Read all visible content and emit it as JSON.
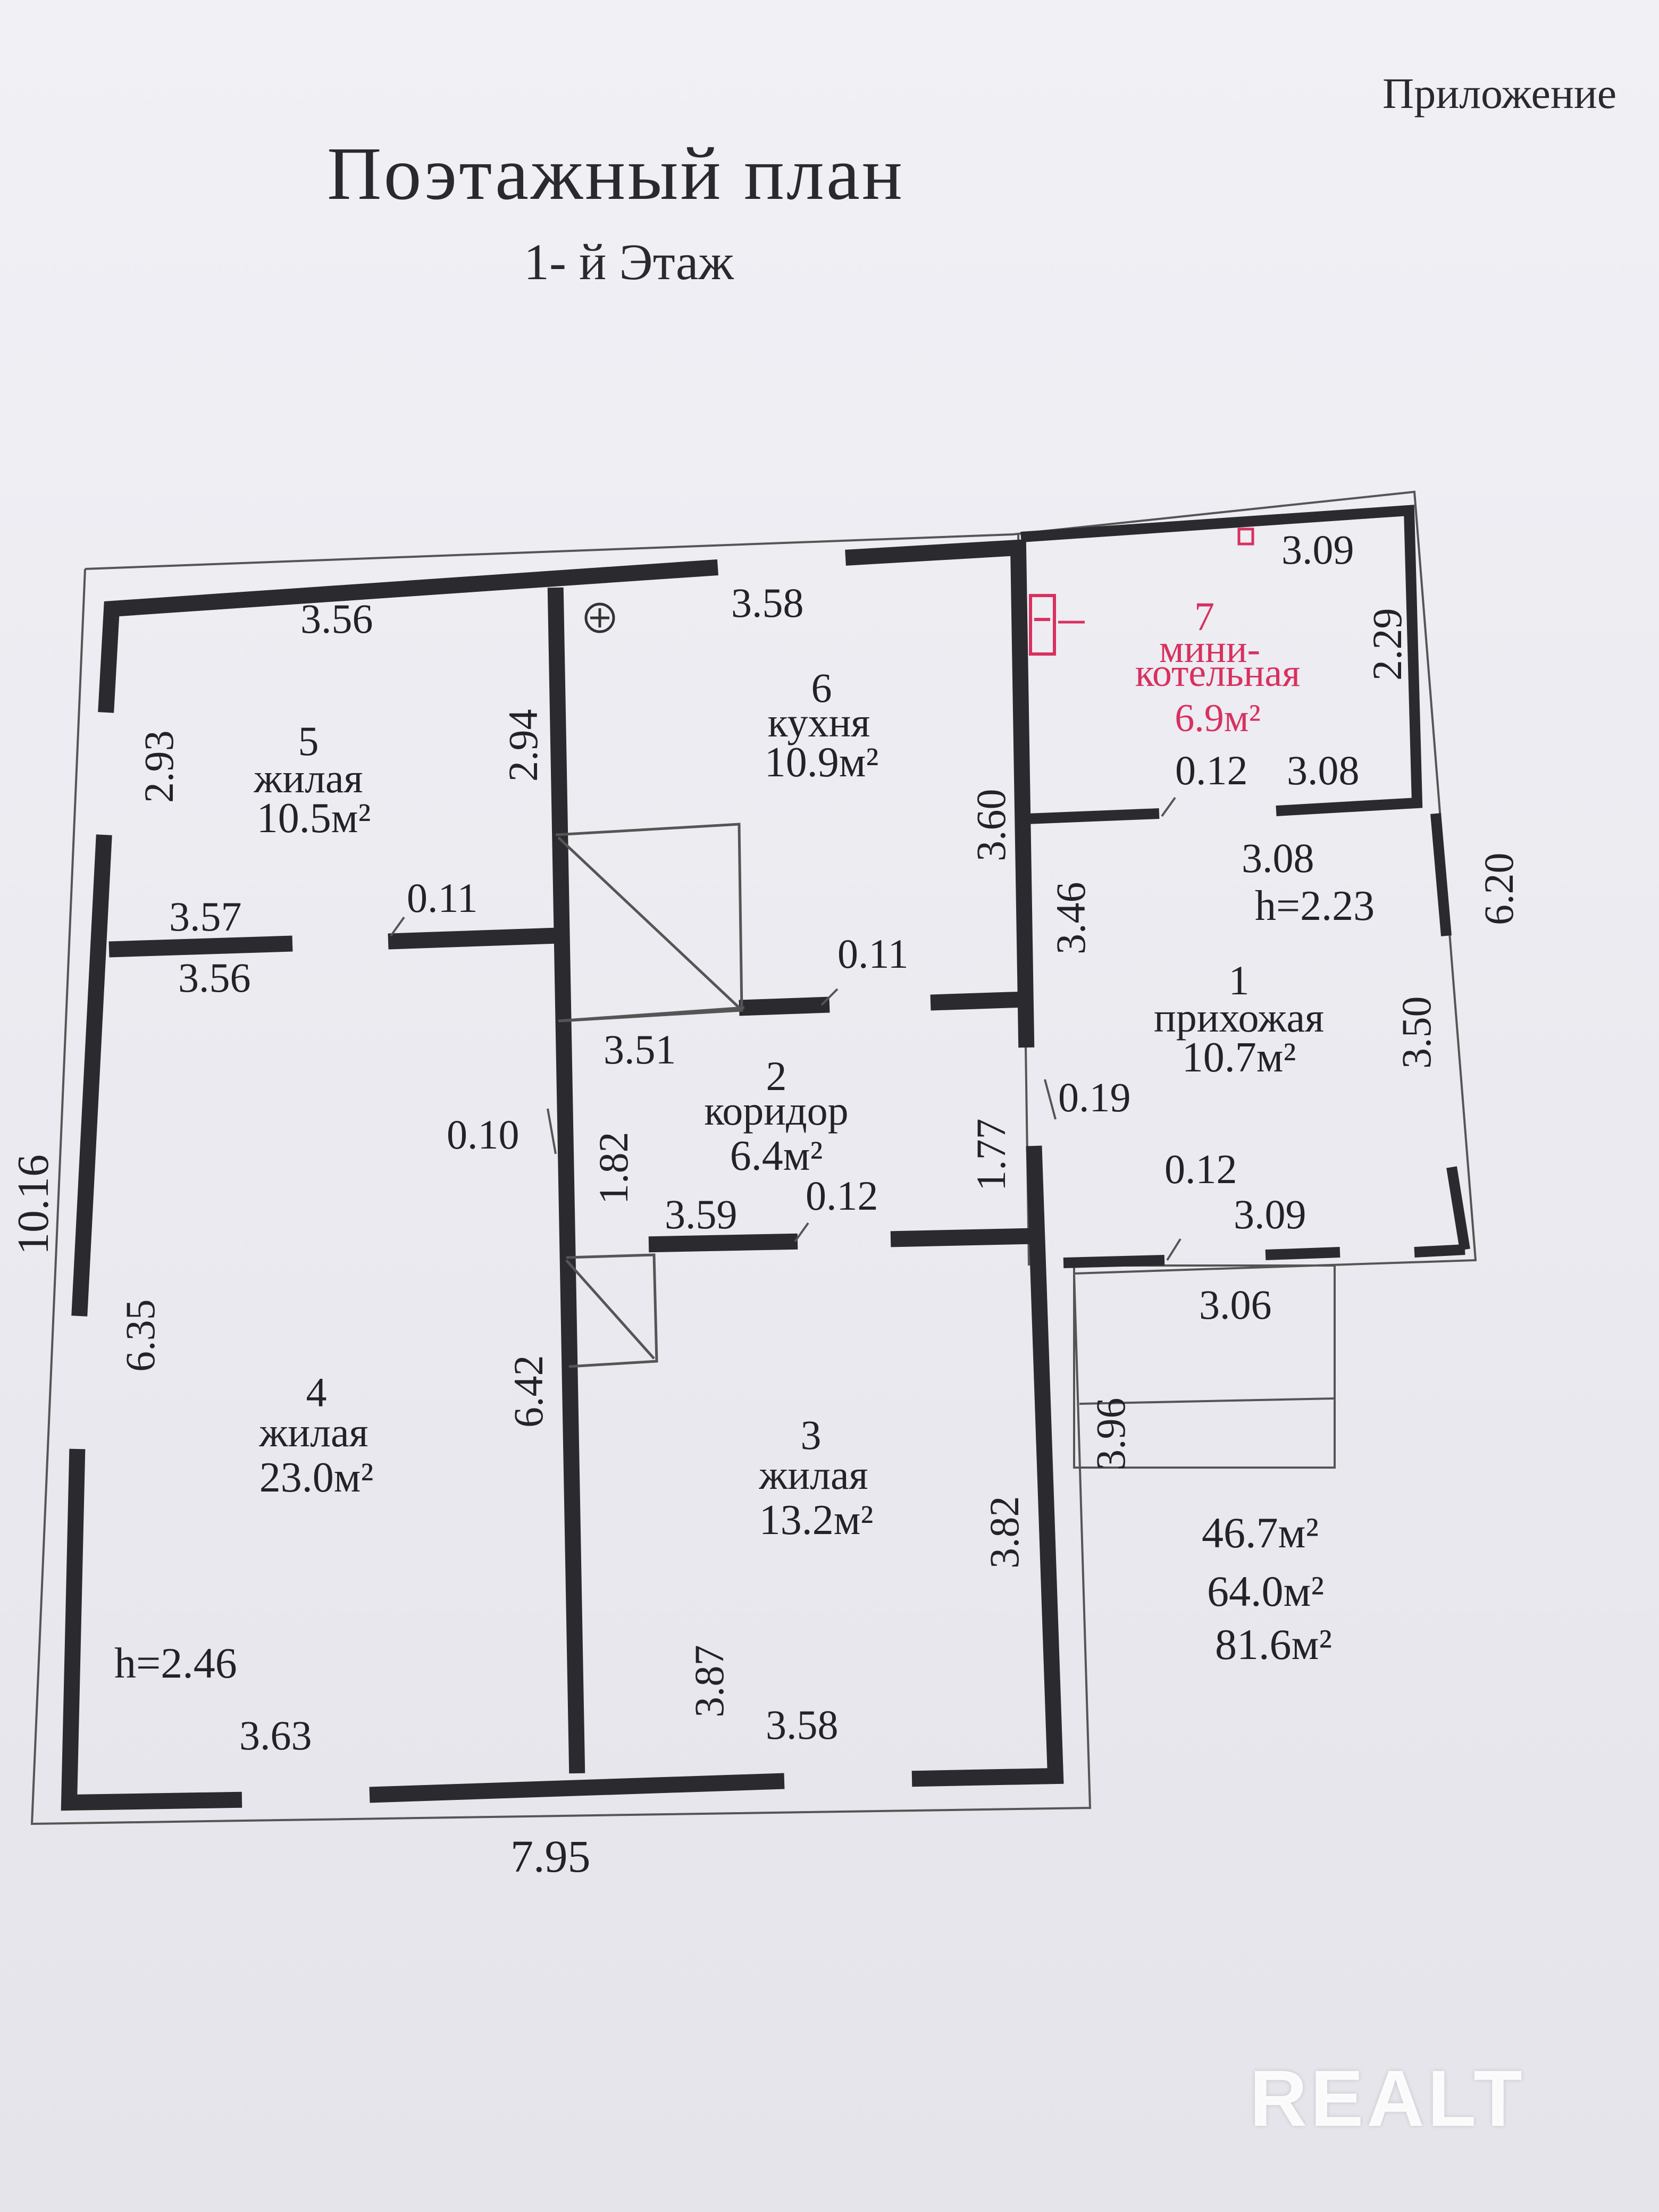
{
  "header": {
    "title": "Поэтажный  план",
    "subtitle": "1- й Этаж",
    "attachment": "Приложение"
  },
  "rooms": [
    {
      "num": "1",
      "name": "прихожая",
      "area": "10.7м²"
    },
    {
      "num": "2",
      "name": "коридор",
      "area": "6.4м²"
    },
    {
      "num": "3",
      "name": "жилая",
      "area": "13.2м²"
    },
    {
      "num": "4",
      "name": "жилая",
      "area": "23.0м²"
    },
    {
      "num": "5",
      "name": "жилая",
      "area": "10.5м²"
    },
    {
      "num": "6",
      "name": "кухня",
      "area": "10.9м²"
    },
    {
      "num": "7",
      "name": "мини-",
      "name2": "котельная",
      "area": "6.9м²"
    }
  ],
  "heights": {
    "main": "h=2.46",
    "hall": "h=2.23"
  },
  "dimensions": {
    "d1": "3.56",
    "d2": "3.58",
    "d3": "3.09",
    "d4": "2.29",
    "d5": "2.93",
    "d6": "2.94",
    "d7": "3.57",
    "d8": "3.56",
    "d9": "0.11",
    "d10": "3.60",
    "d11": "0.12",
    "d12": "3.08",
    "d13": "3.08",
    "d14": "3.46",
    "d15": "6.20",
    "d16": "0.11",
    "d17": "3.51",
    "d18": "3.50",
    "d19": "0.10",
    "d20": "1.82",
    "d21": "1.77",
    "d22": "0.19",
    "d23": "3.59",
    "d24": "0.12",
    "d25": "0.12",
    "d26": "3.09",
    "d27": "3.06",
    "d28": "10.16",
    "d29": "6.35",
    "d30": "6.42",
    "d31": "3.96",
    "d32": "3.82",
    "d33": "3.87",
    "d34": "3.63",
    "d35": "3.58",
    "d36": "7.95"
  },
  "totals": {
    "living": "46.7м²",
    "useful": "64.0м²",
    "total": "81.6м²"
  },
  "watermark": "REALT",
  "colors": {
    "boiler": "#d8315f",
    "wall": "#2b2b2f"
  }
}
